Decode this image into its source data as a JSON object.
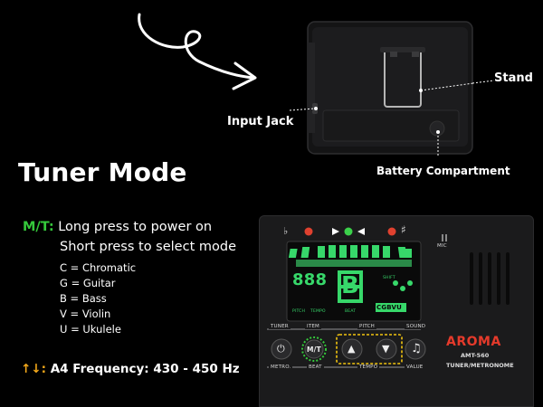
{
  "callouts": {
    "stand": "Stand",
    "input_jack": "Input Jack",
    "battery": "Battery Compartment"
  },
  "title": "Tuner Mode",
  "mt_line": {
    "key": "M/T:",
    "text": "Long press to power on",
    "second": "Short press to select mode"
  },
  "modes": [
    "C = Chromatic",
    "G = Guitar",
    "B = Bass",
    "V = Violin",
    "U = Ukulele"
  ],
  "frequency": {
    "arrows": "↑↓:",
    "text": "A4 Frequency: 430 - 450 Hz"
  },
  "device": {
    "flat_symbol": "♭",
    "sharp_symbol": "♯",
    "mic": "MIC",
    "lcd_digits": "888",
    "lcd_note": "B",
    "lcd_modes": "CGBVU",
    "lcd_pitch": "PITCH",
    "lcd_tempo": "TEMPO",
    "lcd_beat": "BEAT",
    "lcd_shift": "SHIFT",
    "label_tuner": "TUNER",
    "label_item": "ITEM",
    "label_pitch": "PITCH",
    "label_sound": "SOUND",
    "label_metro": "METRO.",
    "label_beat": "BEAT",
    "label_tempo": "TEMPO",
    "label_value": "VALUE",
    "btn_mt": "M/T",
    "brand": "AROMA",
    "model": "AMT-560",
    "product": "TUNER/METRONOME"
  },
  "colors": {
    "green_accent": "#35c83b",
    "orange_accent": "#f3a81a",
    "brand_red": "#e53a2b",
    "lcd_green": "#37d86a",
    "dotted_yellow": "#f1c40f"
  },
  "icons": [
    "power-icon",
    "up-arrow-icon",
    "down-arrow-icon",
    "music-note-icon",
    "doodle-arrow-icon"
  ]
}
